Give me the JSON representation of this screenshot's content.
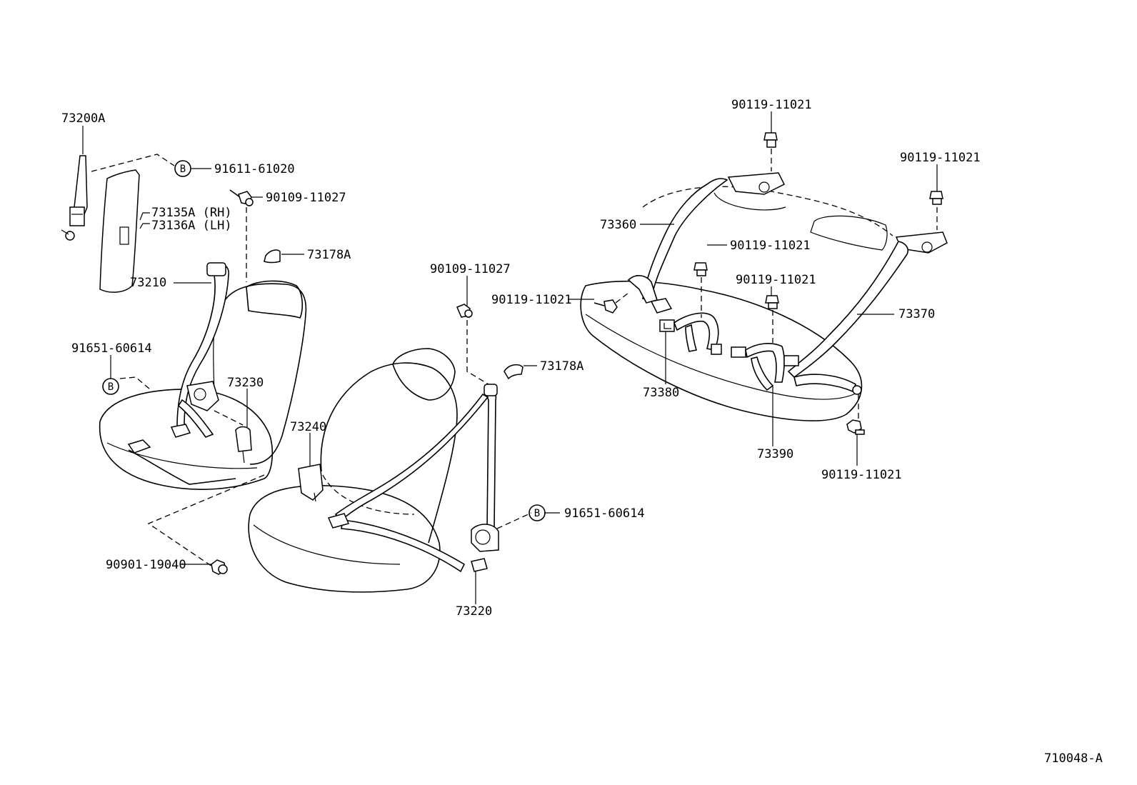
{
  "labels": {
    "p73200A": "73200A",
    "p91611_61020": "91611-61020",
    "p90109_11027_a": "90109-11027",
    "p73135A": "73135A (RH)",
    "p73136A": "73136A (LH)",
    "p73178A_a": "73178A",
    "p73210": "73210",
    "p91651_60614_a": "91651-60614",
    "p73230": "73230",
    "p90901_19040": "90901-19040",
    "p90109_11027_b": "90109-11027",
    "p73178A_b": "73178A",
    "p73240": "73240",
    "p91651_60614_b": "91651-60614",
    "p73220": "73220",
    "p90119_11021_top": "90119-11021",
    "p90119_11021_right": "90119-11021",
    "p73360": "73360",
    "p90119_11021_mid": "90119-11021",
    "p90119_11021_left": "90119-11021",
    "p90119_11021_center": "90119-11021",
    "p73370": "73370",
    "p73380": "73380",
    "p73390": "73390",
    "p90119_11021_bottom": "90119-11021",
    "diagram_code": "710048-A"
  },
  "markers": {
    "bolt_marker": "B"
  }
}
